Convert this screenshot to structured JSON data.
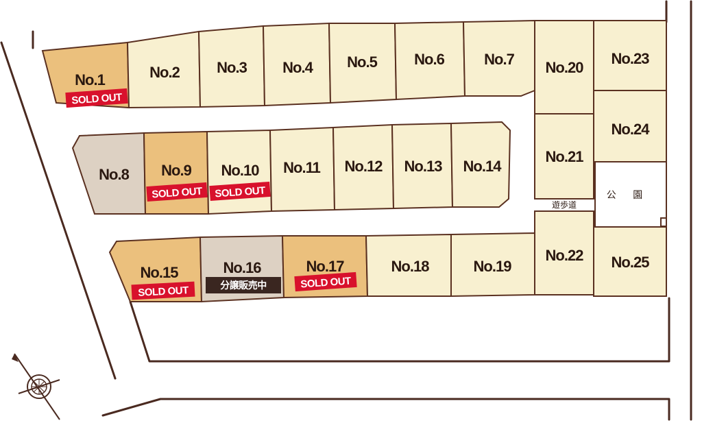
{
  "lots": [
    {
      "label": "No.1",
      "status": "sold",
      "badge": "SOLD OUT"
    },
    {
      "label": "No.2",
      "status": "available",
      "badge": ""
    },
    {
      "label": "No.3",
      "status": "available",
      "badge": ""
    },
    {
      "label": "No.4",
      "status": "available",
      "badge": ""
    },
    {
      "label": "No.5",
      "status": "available",
      "badge": ""
    },
    {
      "label": "No.6",
      "status": "available",
      "badge": ""
    },
    {
      "label": "No.7",
      "status": "available",
      "badge": ""
    },
    {
      "label": "No.8",
      "status": "other",
      "badge": ""
    },
    {
      "label": "No.9",
      "status": "sold",
      "badge": "SOLD OUT"
    },
    {
      "label": "No.10",
      "status": "available",
      "badge": "SOLD OUT"
    },
    {
      "label": "No.11",
      "status": "available",
      "badge": ""
    },
    {
      "label": "No.12",
      "status": "available",
      "badge": ""
    },
    {
      "label": "No.13",
      "status": "available",
      "badge": ""
    },
    {
      "label": "No.14",
      "status": "available",
      "badge": ""
    },
    {
      "label": "No.15",
      "status": "sold",
      "badge": "SOLD OUT"
    },
    {
      "label": "No.16",
      "status": "other",
      "badge": "分譲販売中"
    },
    {
      "label": "No.17",
      "status": "sold",
      "badge": "SOLD OUT"
    },
    {
      "label": "No.18",
      "status": "available",
      "badge": ""
    },
    {
      "label": "No.19",
      "status": "available",
      "badge": ""
    },
    {
      "label": "No.20",
      "status": "available",
      "badge": ""
    },
    {
      "label": "No.21",
      "status": "available",
      "badge": ""
    },
    {
      "label": "No.22",
      "status": "available",
      "badge": ""
    },
    {
      "label": "No.23",
      "status": "available",
      "badge": ""
    },
    {
      "label": "No.24",
      "status": "available",
      "badge": ""
    },
    {
      "label": "No.25",
      "status": "available",
      "badge": ""
    }
  ],
  "park_label": "公 園",
  "walkway_label": "遊歩道",
  "colors": {
    "available": "#f8f0d0",
    "sold": "#ebc07d",
    "other": "#ddd1c3",
    "sold_out_badge": "#d8112c",
    "on_sale_badge": "#3a2620",
    "outline": "#5a3020",
    "road": "#4a2a20"
  },
  "icons": {
    "compass": "compass-icon"
  }
}
